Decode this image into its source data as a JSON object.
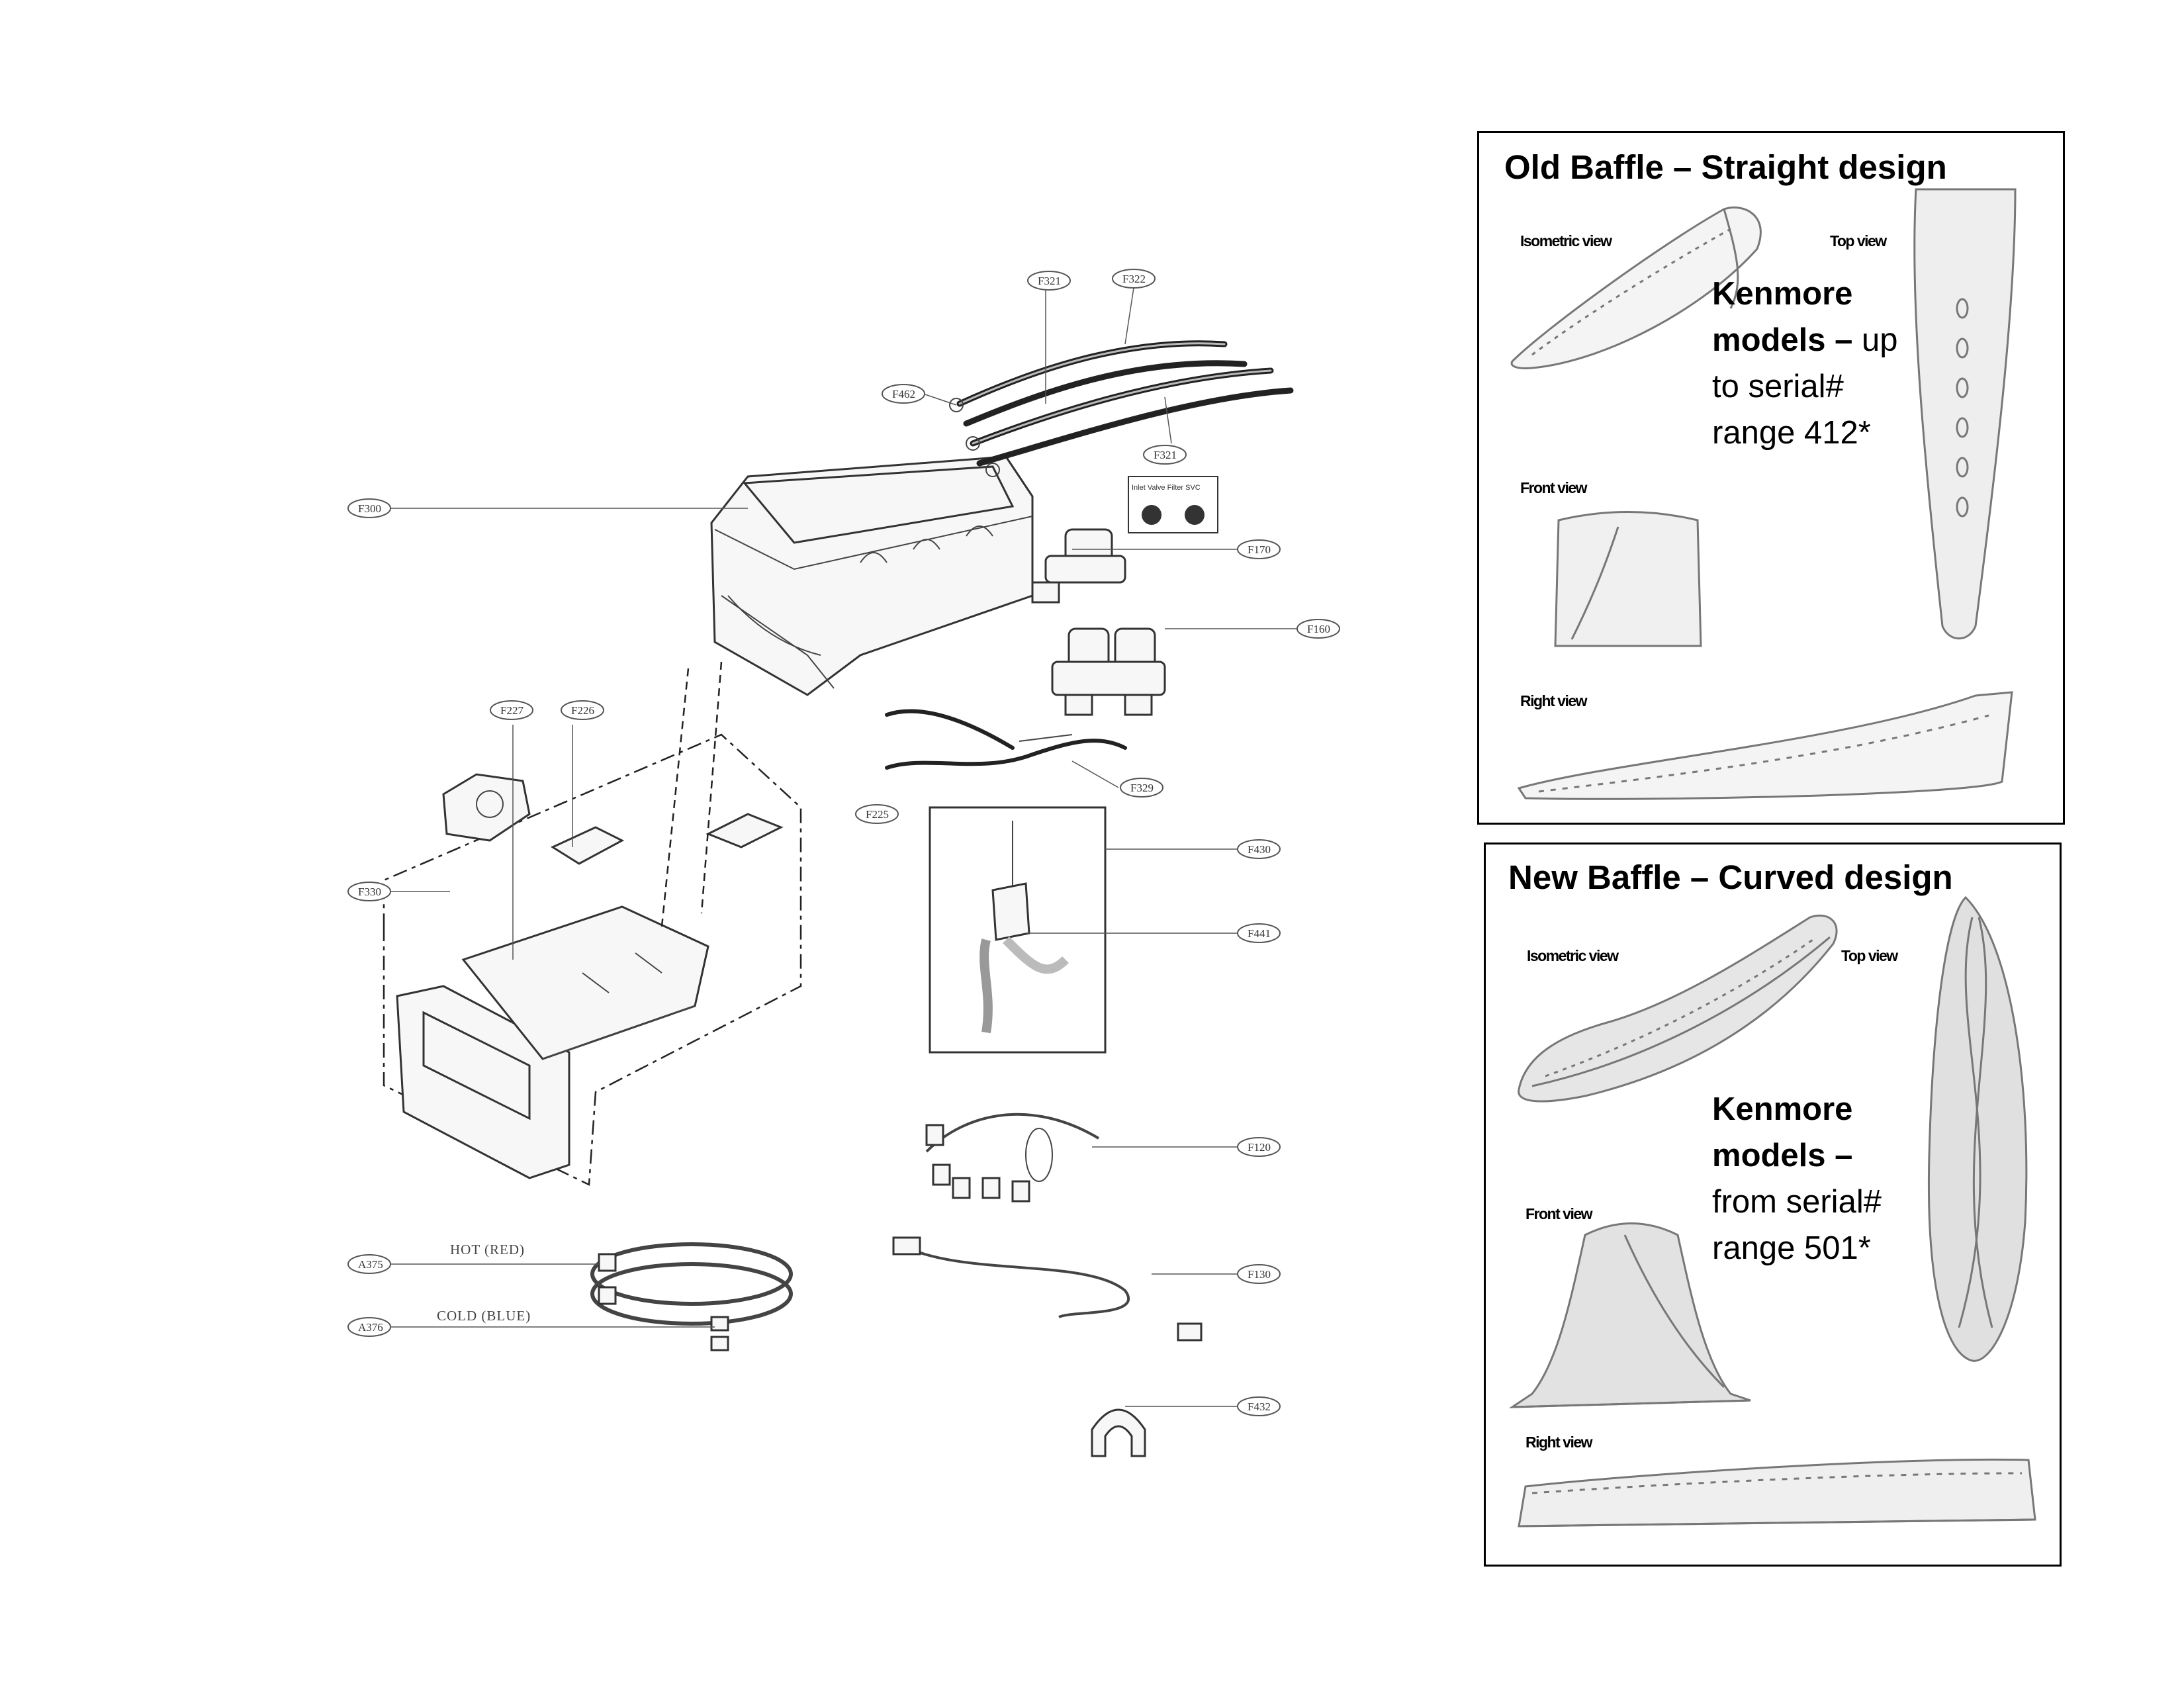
{
  "diagram": {
    "callouts": {
      "f321_top": "F321",
      "f322": "F322",
      "f462": "F462",
      "f321_bottom": "F321",
      "f300": "F300",
      "f170": "F170",
      "f160": "F160",
      "f227": "F227",
      "f226": "F226",
      "f329": "F329",
      "f225": "F225",
      "f430": "F430",
      "f330": "F330",
      "f441": "F441",
      "f120": "F120",
      "a375": "A375",
      "a376": "A376",
      "f130": "F130",
      "f432": "F432"
    },
    "hot_hose_label": "HOT (RED)",
    "cold_hose_label": "COLD (BLUE)",
    "valve_filter_label": "Inlet Valve Filter SVC"
  },
  "old_baffle": {
    "title": "Old Baffle – Straight design",
    "views": {
      "isometric": "Isometric view",
      "top": "Top view",
      "front": "Front view",
      "right": "Right view"
    },
    "models_bold": "Kenmore models –",
    "models_text": " up to serial# range 412*"
  },
  "new_baffle": {
    "title": "New Baffle – Curved design",
    "views": {
      "isometric": "Isometric view",
      "top": "Top view",
      "front": "Front view",
      "right": "Right view"
    },
    "models_bold": "Kenmore models –",
    "models_text": "from serial# range 501*"
  }
}
